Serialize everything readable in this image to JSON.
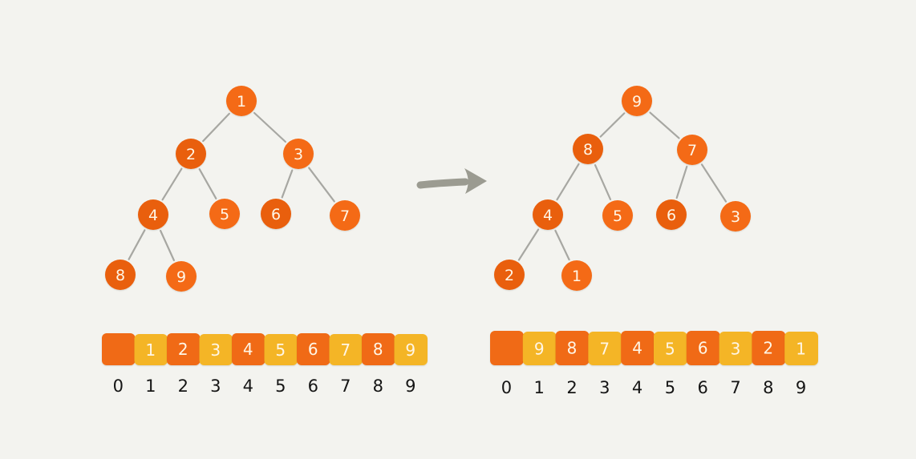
{
  "colors": {
    "background": "#f3f3ef",
    "node_orange": "#f46a12",
    "node_orange_dark": "#e95f09",
    "cell_orange": "#f06b12",
    "cell_yellow": "#f4b526",
    "edge_gray": "#a7a7a2",
    "arrow_gray": "#9b9b91",
    "text_light": "#fff6e6",
    "text_dark": "#151515"
  },
  "arrow": {
    "name": "arrow-right-icon"
  },
  "heaps": [
    {
      "name": "left-heap",
      "nodes": [
        {
          "value": "1"
        },
        {
          "value": "2"
        },
        {
          "value": "3"
        },
        {
          "value": "4"
        },
        {
          "value": "5"
        },
        {
          "value": "6"
        },
        {
          "value": "7"
        },
        {
          "value": "8"
        },
        {
          "value": "9"
        }
      ],
      "edges": [
        [
          0,
          1
        ],
        [
          0,
          2
        ],
        [
          1,
          3
        ],
        [
          1,
          4
        ],
        [
          2,
          5
        ],
        [
          2,
          6
        ],
        [
          3,
          7
        ],
        [
          3,
          8
        ]
      ],
      "array": [
        {
          "index": "0",
          "value": "",
          "color": "orange"
        },
        {
          "index": "1",
          "value": "1",
          "color": "yellow"
        },
        {
          "index": "2",
          "value": "2",
          "color": "orange"
        },
        {
          "index": "3",
          "value": "3",
          "color": "yellow"
        },
        {
          "index": "4",
          "value": "4",
          "color": "orange"
        },
        {
          "index": "5",
          "value": "5",
          "color": "yellow"
        },
        {
          "index": "6",
          "value": "6",
          "color": "orange"
        },
        {
          "index": "7",
          "value": "7",
          "color": "yellow"
        },
        {
          "index": "8",
          "value": "8",
          "color": "orange"
        },
        {
          "index": "9",
          "value": "9",
          "color": "yellow"
        }
      ]
    },
    {
      "name": "right-heap",
      "nodes": [
        {
          "value": "9"
        },
        {
          "value": "8"
        },
        {
          "value": "7"
        },
        {
          "value": "4"
        },
        {
          "value": "5"
        },
        {
          "value": "6"
        },
        {
          "value": "3"
        },
        {
          "value": "2"
        },
        {
          "value": "1"
        }
      ],
      "edges": [
        [
          0,
          1
        ],
        [
          0,
          2
        ],
        [
          1,
          3
        ],
        [
          1,
          4
        ],
        [
          2,
          5
        ],
        [
          2,
          6
        ],
        [
          3,
          7
        ],
        [
          3,
          8
        ]
      ],
      "array": [
        {
          "index": "0",
          "value": "",
          "color": "orange"
        },
        {
          "index": "1",
          "value": "9",
          "color": "yellow"
        },
        {
          "index": "2",
          "value": "8",
          "color": "orange"
        },
        {
          "index": "3",
          "value": "7",
          "color": "yellow"
        },
        {
          "index": "4",
          "value": "4",
          "color": "orange"
        },
        {
          "index": "5",
          "value": "5",
          "color": "yellow"
        },
        {
          "index": "6",
          "value": "6",
          "color": "orange"
        },
        {
          "index": "7",
          "value": "3",
          "color": "yellow"
        },
        {
          "index": "8",
          "value": "2",
          "color": "orange"
        },
        {
          "index": "9",
          "value": "1",
          "color": "yellow"
        }
      ]
    }
  ]
}
